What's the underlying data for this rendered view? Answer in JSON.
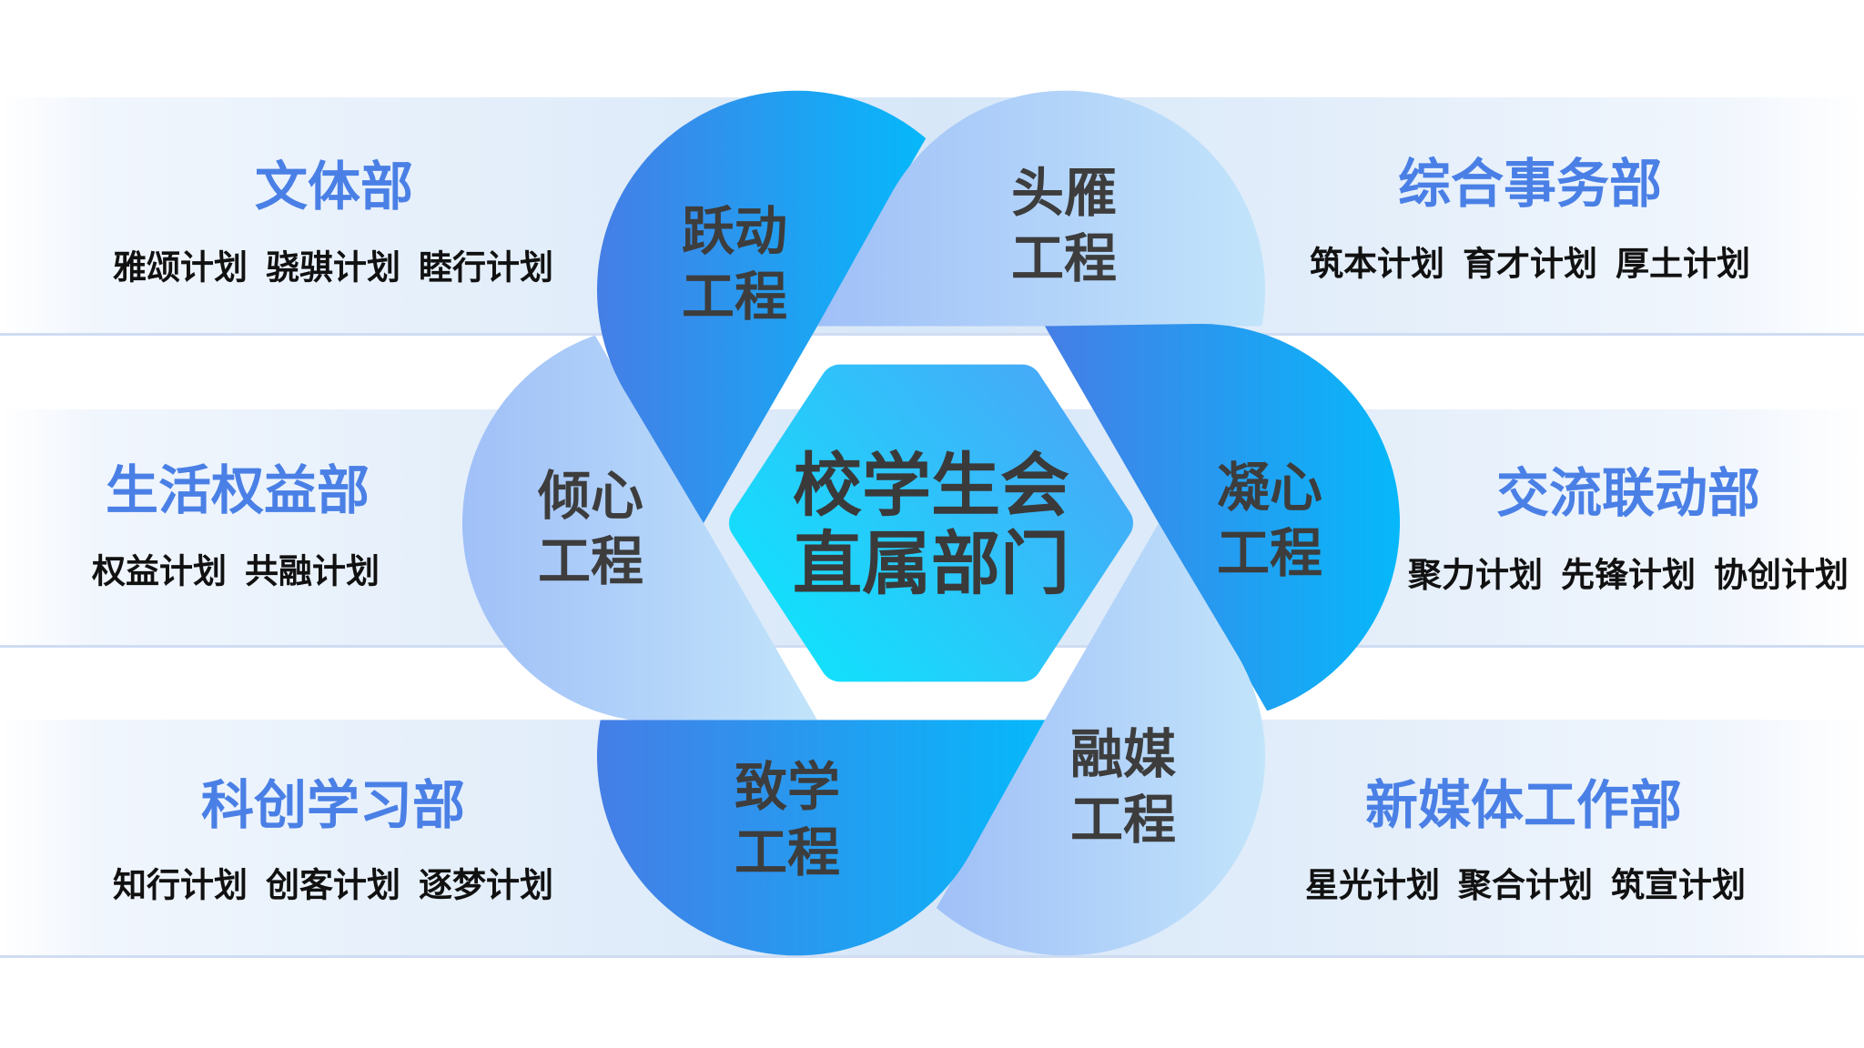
{
  "center": {
    "line1": "校学生会",
    "line2": "直属部门"
  },
  "colors": {
    "dept_title": "#4a80e6",
    "dark_petal": [
      "#457ee6",
      "#06b8fa"
    ],
    "light_petal": [
      "#a0c0f8",
      "#c2e4fa"
    ],
    "center_hex": [
      "#10e2fc",
      "#4aa6f8"
    ],
    "label": "#3d3d3d"
  },
  "projects": [
    {
      "line1": "倾心",
      "line2": "工程",
      "style": "light"
    },
    {
      "line1": "跃动",
      "line2": "工程",
      "style": "dark"
    },
    {
      "line1": "头雁",
      "line2": "工程",
      "style": "light"
    },
    {
      "line1": "凝心",
      "line2": "工程",
      "style": "dark"
    },
    {
      "line1": "融媒",
      "line2": "工程",
      "style": "light"
    },
    {
      "line1": "致学",
      "line2": "工程",
      "style": "dark"
    }
  ],
  "departments": {
    "top_left": {
      "name": "文体部",
      "plans": [
        "雅颂计划",
        "骁骐计划",
        "睦行计划"
      ]
    },
    "top_right": {
      "name": "综合事务部",
      "plans": [
        "筑本计划",
        "育才计划",
        "厚土计划"
      ]
    },
    "middle_left": {
      "name": "生活权益部",
      "plans": [
        "权益计划",
        "共融计划"
      ]
    },
    "middle_right": {
      "name": "交流联动部",
      "plans": [
        "聚力计划",
        "先锋计划",
        "协创计划"
      ]
    },
    "bottom_left": {
      "name": "科创学习部",
      "plans": [
        "知行计划",
        "创客计划",
        "逐梦计划"
      ]
    },
    "bottom_right": {
      "name": "新媒体工作部",
      "plans": [
        "星光计划",
        "聚合计划",
        "筑宣计划"
      ]
    }
  }
}
